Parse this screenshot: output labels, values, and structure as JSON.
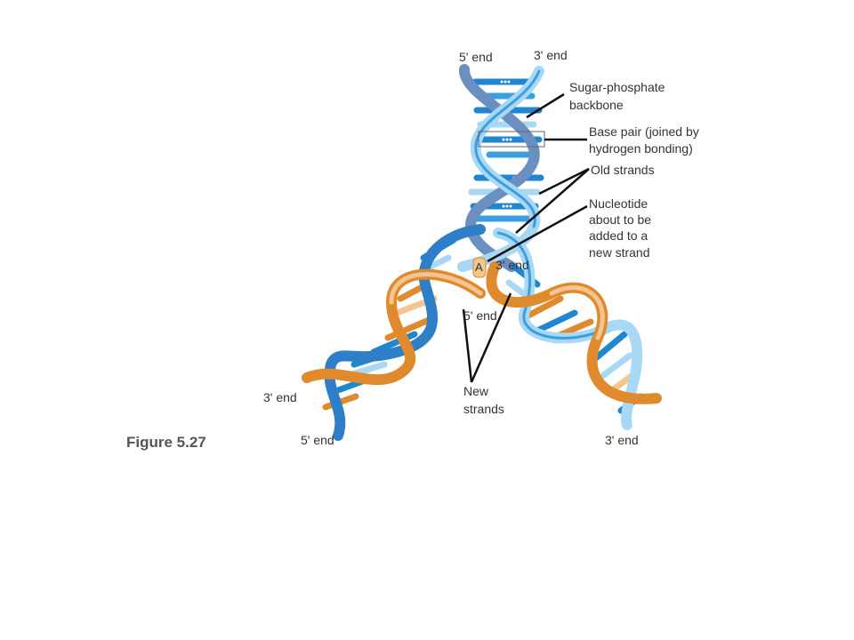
{
  "figure_label": "Figure 5.27",
  "colors": {
    "old_strand_dark": "#1f86cf",
    "old_strand_mid": "#3a9fe0",
    "old_strand_light": "#a9d8f5",
    "new_strand_dark": "#e08a2e",
    "new_strand_light": "#f3c590",
    "backbone_gray": "#6a8fc0",
    "callout": "#111111"
  },
  "labels": {
    "top_5_end": "5' end",
    "top_3_end": "3' end",
    "sugar_phosphate_line1": "Sugar-phosphate",
    "sugar_phosphate_line2": "backbone",
    "base_pair_line1": "Base pair (joined by",
    "base_pair_line2": "hydrogen bonding)",
    "old_strands": "Old strands",
    "nucleotide_line1": "Nucleotide",
    "nucleotide_line2": "about to be",
    "nucleotide_line3": "added to a",
    "nucleotide_line4": "new strand",
    "nucleotide_base": "A",
    "fork_3_end": "3' end",
    "fork_5_end": "5' end",
    "new_strands_line1": "New",
    "new_strands_line2": "strands",
    "left_3_end": "3' end",
    "left_5_end": "5' end",
    "right_3_end": "3' end"
  }
}
